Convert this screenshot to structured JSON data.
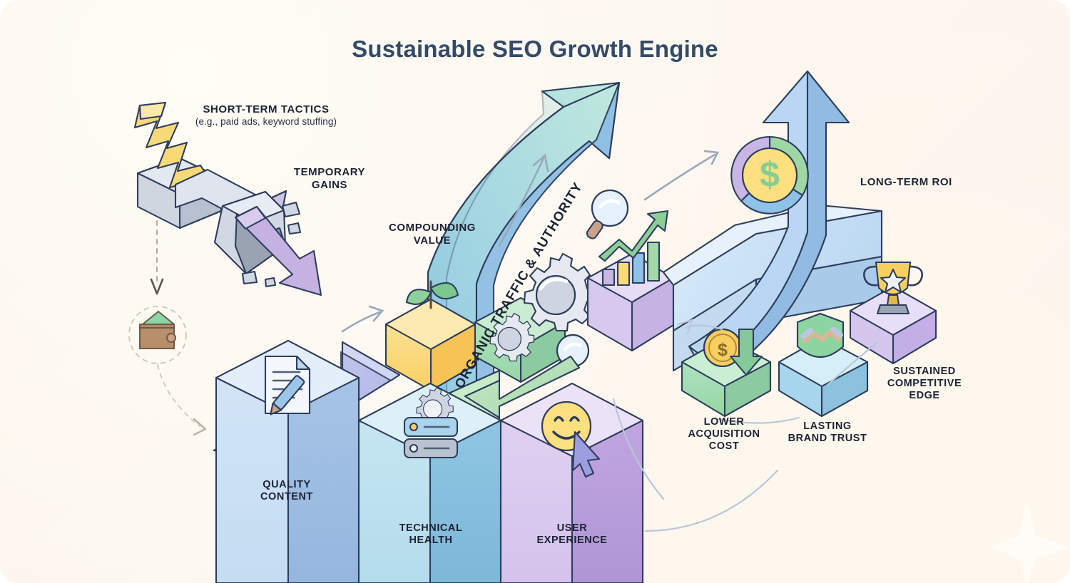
{
  "title": "Sustainable SEO Growth Engine",
  "background_color": "#fdf6ec",
  "title_color": "#344b68",
  "label_color": "#1c2333",
  "labels": {
    "short_term_tactics": "SHORT-TERM TACTICS",
    "short_term_tactics_sub": "(e.g., paid ads, keyword stuffing)",
    "temporary_gains": "TEMPORARY\nGAINS",
    "temporary_gains_l1": "TEMPORARY",
    "temporary_gains_l2": "GAINS",
    "compounding_value_l1": "COMPOUNDING",
    "compounding_value_l2": "VALUE",
    "organic_traffic_authority": "ORGANIC TRAFFIC & AUTHORITY",
    "long_term_roi": "LONG-TERM ROI",
    "lower_acquisition_cost_l1": "LOWER",
    "lower_acquisition_cost_l2": "ACQUISITION",
    "lower_acquisition_cost_l3": "COST",
    "lasting_brand_trust_l1": "LASTING",
    "lasting_brand_trust_l2": "BRAND TRUST",
    "sustained_competitive_edge_l1": "SUSTAINED",
    "sustained_competitive_edge_l2": "COMPETITIVE",
    "sustained_competitive_edge_l3": "EDGE",
    "quality_content_l1": "QUALITY",
    "quality_content_l2": "CONTENT",
    "technical_health_l1": "TECHNICAL",
    "technical_health_l2": "HEALTH",
    "user_experience_l1": "USER",
    "user_experience_l2": "EXPERIENCE"
  },
  "pillars": [
    {
      "name": "quality-content",
      "label_l1": "QUALITY",
      "label_l2": "CONTENT",
      "icon": "document-pencil-icon",
      "color": "#c7dcf2"
    },
    {
      "name": "technical-health",
      "label_l1": "TECHNICAL",
      "label_l2": "HEALTH",
      "icon": "server-gear-icon",
      "color": "#bfe2ef"
    },
    {
      "name": "user-experience",
      "label_l1": "USER",
      "label_l2": "EXPERIENCE",
      "icon": "smiley-cursor-icon",
      "color": "#d9c9ec"
    }
  ],
  "outcomes": [
    {
      "name": "lower-acquisition-cost",
      "label_l1": "LOWER",
      "label_l2": "ACQUISITION",
      "label_l3": "COST",
      "icon": "coin-down-arrow-icon",
      "color": "#a8dbb4"
    },
    {
      "name": "lasting-brand-trust",
      "label_l1": "LASTING",
      "label_l2": "BRAND TRUST",
      "label_l3": "",
      "icon": "shield-handshake-icon",
      "color": "#9fd0e8"
    },
    {
      "name": "sustained-competitive-edge",
      "label_l1": "SUSTAINED",
      "label_l2": "COMPETITIVE",
      "label_l3": "EDGE",
      "icon": "trophy-icon",
      "color": "#cdbfe8"
    }
  ],
  "icons": {
    "lightning_arrow": "lightning-arrow-icon",
    "crumbling_block": "crumbling-block-icon",
    "wallet": "wallet-icon",
    "dashed_down_arrow": "dashed-down-arrow-icon",
    "sprout": "sprout-icon",
    "gears": "gears-icon",
    "magnifier": "magnifier-icon",
    "bar_chart_growth": "bar-chart-growth-icon",
    "dollar_donut": "dollar-donut-chart-icon",
    "sparkle": "sparkle-icon",
    "big_growth_arrow": "growth-arrow-icon"
  },
  "colors": {
    "outline": "#2e3d5c",
    "teal": "#a9dfd4",
    "blue": "#8ec2e8",
    "light_blue": "#cfe4f7",
    "green": "#a3d9a8",
    "yellow": "#fad978",
    "gold": "#f6c852",
    "purple": "#c9b6e4",
    "lavender": "#b6b8e8",
    "grey_block": "#c3cbd8",
    "brown": "#b08968",
    "arrow_grey": "#9aa8bd"
  },
  "chart_data": {
    "type": "bar",
    "title": "growth bars on analytics box",
    "categories": [
      "1",
      "2",
      "3",
      "4"
    ],
    "values": [
      28,
      44,
      62,
      86
    ],
    "colors": [
      "#c9b6e4",
      "#fad978",
      "#8ec2e8",
      "#a3d9a8"
    ],
    "annotation": "rising green arrow",
    "xlabel": "",
    "ylabel": "",
    "grid": false,
    "legend": "none"
  },
  "donut_chart": {
    "type": "pie",
    "labels": [
      "purple",
      "green",
      "blue"
    ],
    "values": [
      38,
      30,
      32
    ],
    "colors": [
      "#c9b6e4",
      "#9ed6a6",
      "#8ec2e8"
    ],
    "center_icon": "dollar-sign"
  }
}
